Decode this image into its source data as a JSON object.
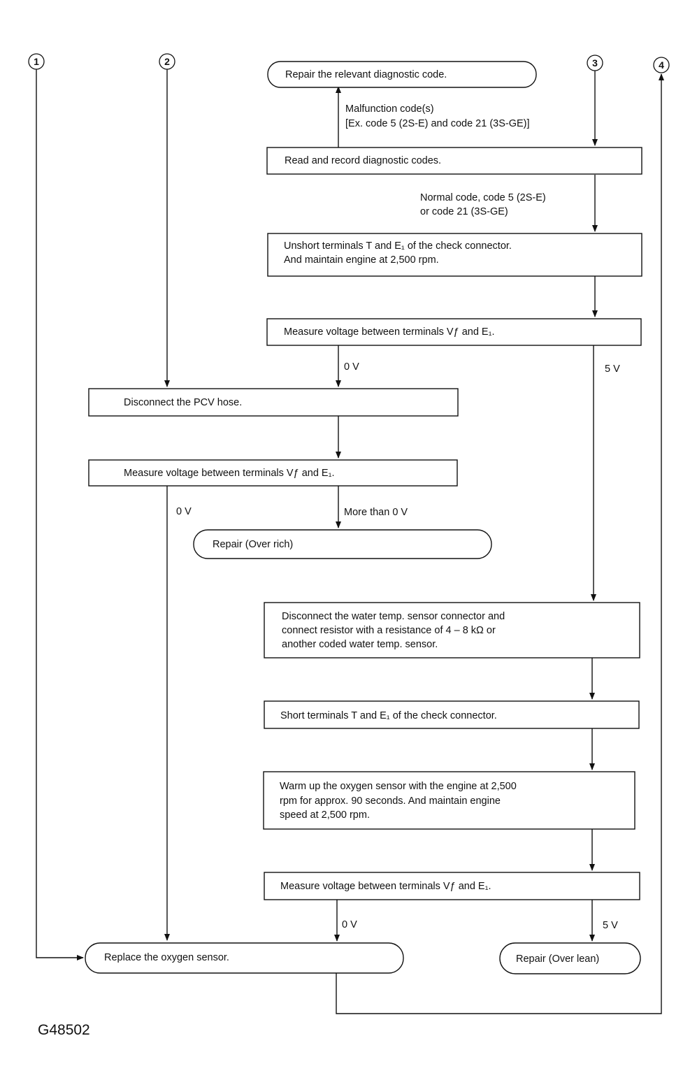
{
  "connectors": [
    "1",
    "2",
    "3",
    "4"
  ],
  "steps": {
    "repair_code": "Repair the relevant diagnostic code.",
    "read_codes": "Read and record diagnostic codes.",
    "unshort": [
      "Unshort terminals T and E₁ of the check connector.",
      "And maintain engine at 2,500 rpm."
    ],
    "measure_1": "Measure voltage between terminals Vƒ and E₁.",
    "disconnect_pcv": "Disconnect the PCV hose.",
    "measure_2": "Measure voltage between terminals Vƒ and E₁.",
    "repair_rich": "Repair (Over rich)",
    "disconnect_water": [
      "Disconnect the water temp. sensor connector and",
      "connect resistor with a resistance of 4 – 8 kΩ or",
      "another coded water temp. sensor."
    ],
    "short_terminals": "Short terminals T and E₁ of the check connector.",
    "warm_up": [
      "Warm up the oxygen sensor with the engine at 2,500",
      "rpm for approx. 90 seconds.  And maintain engine",
      "speed at 2,500 rpm."
    ],
    "measure_3": "Measure voltage between terminals Vƒ and E₁.",
    "replace_sensor": "Replace the oxygen sensor.",
    "repair_lean": "Repair (Over lean)"
  },
  "labels": {
    "malfunction": [
      "Malfunction code(s)",
      "[Ex. code 5 (2S-E) and code 21 (3S-GE)]"
    ],
    "normal": [
      "Normal code, code 5 (2S-E)",
      "or code 21 (3S-GE)"
    ],
    "zero_v_1": "0 V",
    "five_v_1": "5 V",
    "zero_v_2": "0 V",
    "more_than_zero": "More than 0 V",
    "zero_v_3": "0 V",
    "five_v_2": "5 V"
  },
  "figure_id": "G48502"
}
